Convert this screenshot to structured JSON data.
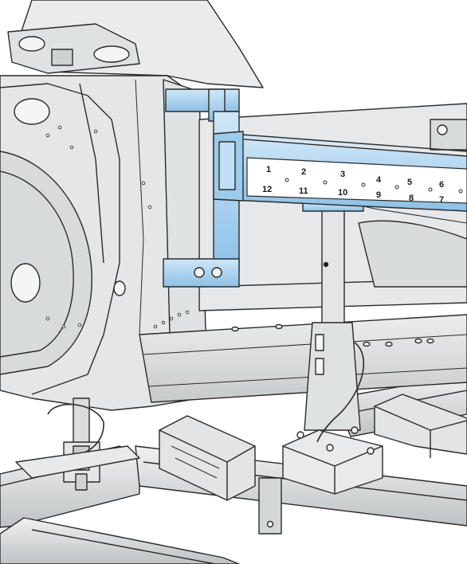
{
  "figure": {
    "scale_top": [
      "1",
      "2",
      "3",
      "4",
      "5",
      "6"
    ],
    "scale_bottom": [
      "12",
      "11",
      "10",
      "9",
      "8",
      "7"
    ],
    "colors": {
      "body_panel": "#e4e6e7",
      "body_panel_shade": "#c9cccd",
      "outline": "#2a2a2a",
      "gauge_blue": "#a9d3f0",
      "gauge_blue_dark": "#6fa9d4",
      "scale_bar": "#ffffff",
      "frame_rail": "#d6d8d9"
    }
  }
}
